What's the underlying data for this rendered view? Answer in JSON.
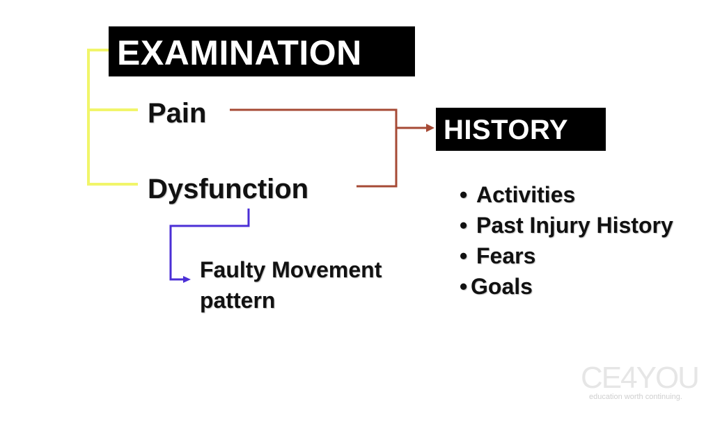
{
  "diagram": {
    "examination": "EXAMINATION",
    "pain": "Pain",
    "dysfunction": "Dysfunction",
    "faulty_line1": "Faulty Movement",
    "faulty_line2": "pattern",
    "history": "HISTORY",
    "bullet_char": "•",
    "history_items": [
      "Activities",
      "Past Injury History",
      "Fears",
      "Goals"
    ]
  },
  "colors": {
    "exam_bracket": "#f1f56a",
    "history_connector": "#a64a35",
    "faulty_connector": "#4b2fd6"
  },
  "logo": {
    "text": "CE4YOU",
    "tagline": "education worth continuing."
  }
}
